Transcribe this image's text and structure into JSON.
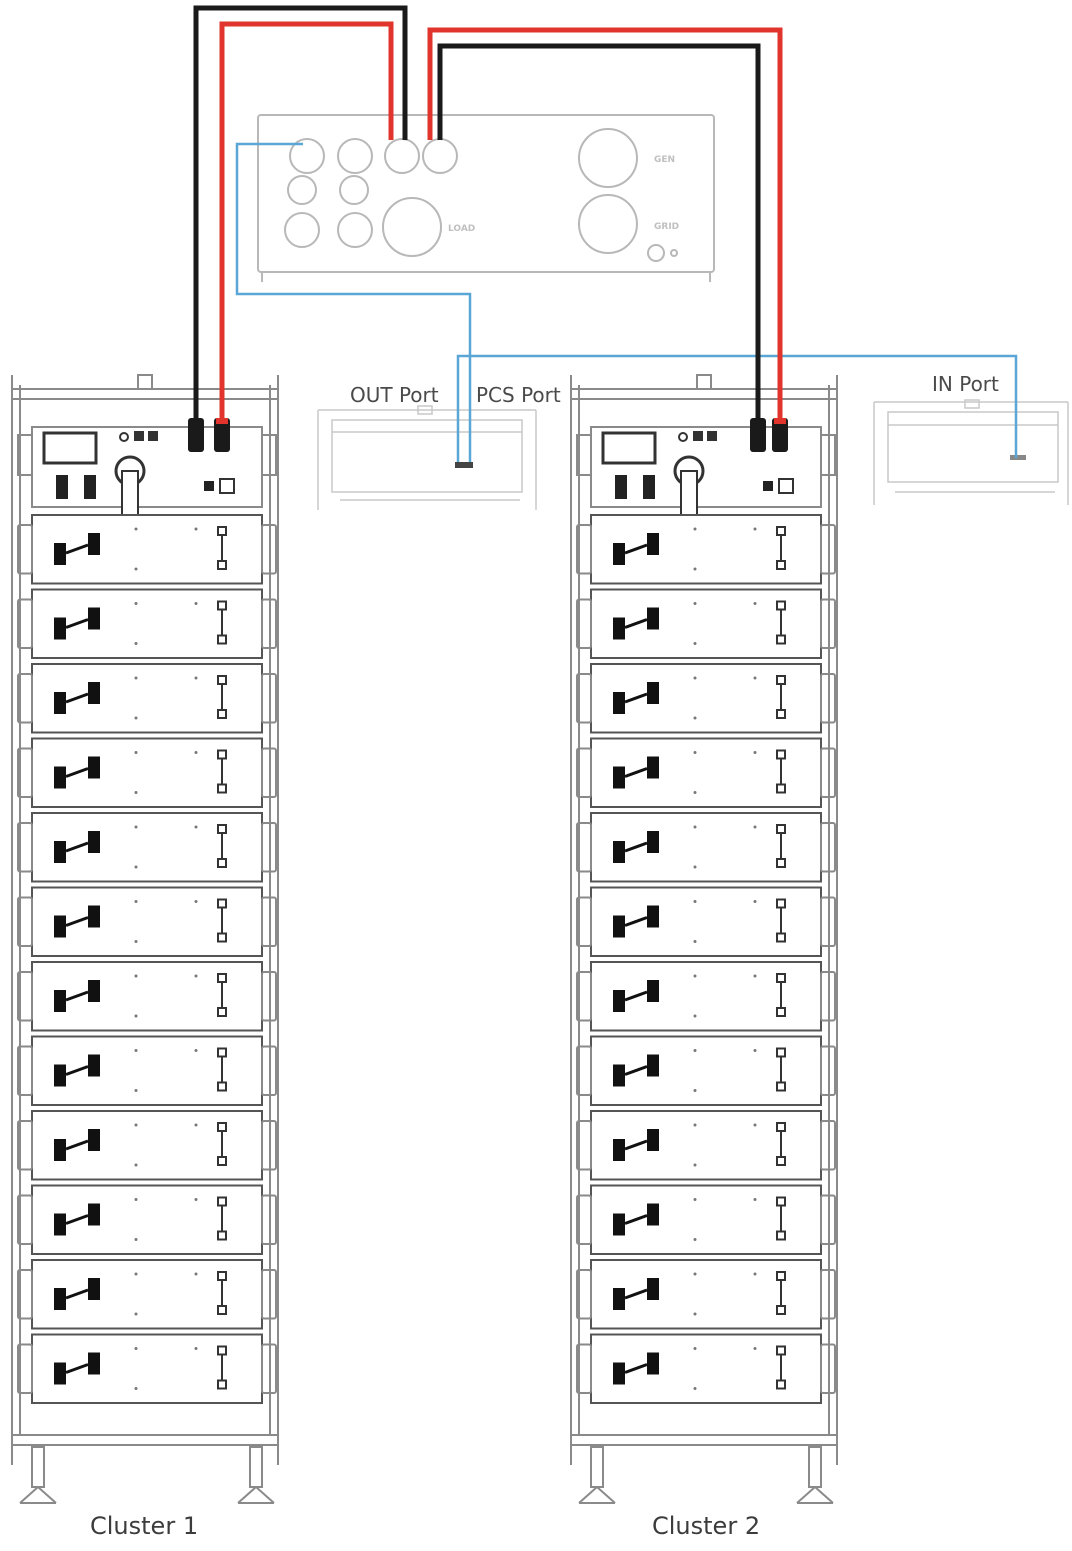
{
  "inverter": {
    "ports": [
      "",
      "",
      "",
      "",
      "",
      "",
      "",
      "",
      ""
    ],
    "load_label": "LOAD",
    "gen_label": "GEN",
    "grid_label": "GRID"
  },
  "labels": {
    "out_port": "OUT Port",
    "pcs_port": "PCS Port",
    "in_port": "IN Port"
  },
  "clusters": [
    {
      "label": "Cluster 1",
      "modules": 12
    },
    {
      "label": "Cluster 2",
      "modules": 12
    }
  ],
  "colors": {
    "positive_cable": "#e0342c",
    "negative_cable": "#1a1a1a",
    "comm_cable": "#5aa6d6",
    "line_art": "#8a8a8a",
    "line_art_light": "#c4c4c4"
  }
}
